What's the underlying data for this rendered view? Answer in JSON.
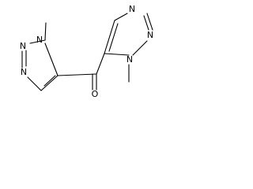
{
  "molecule": {
    "atoms": {
      "n1_left": "N",
      "n2_left": "N",
      "n3_left": "N",
      "n1_right": "N",
      "n2_right": "N",
      "n3_right": "N",
      "carbonyl_o": "O"
    }
  }
}
